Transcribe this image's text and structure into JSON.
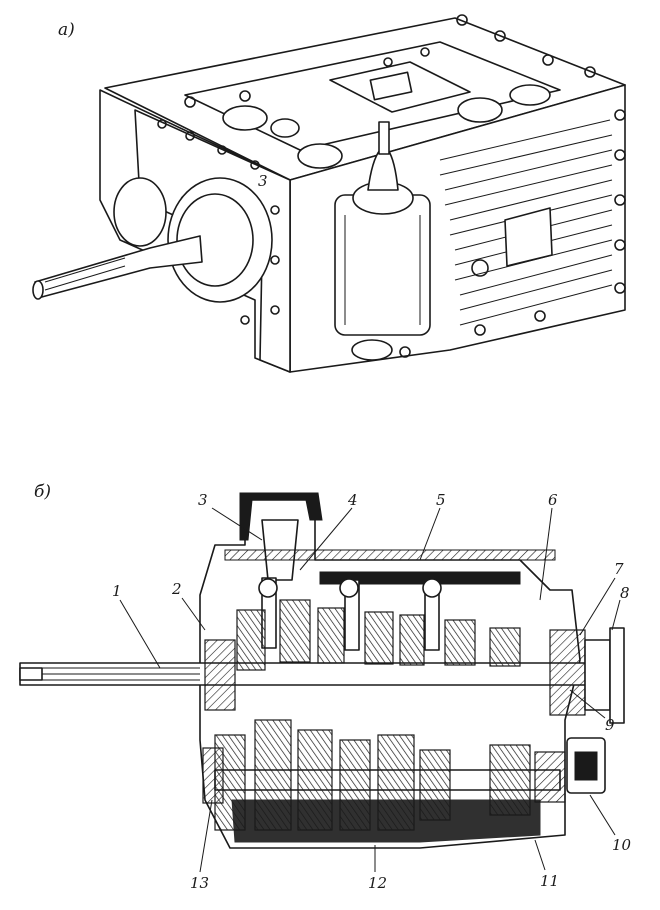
{
  "figure": {
    "subfigure_a_label": "а)",
    "subfigure_b_label": "б)",
    "part_a_mark": "3",
    "callouts": [
      "1",
      "2",
      "3",
      "4",
      "5",
      "6",
      "7",
      "8",
      "9",
      "10",
      "11",
      "12",
      "13"
    ]
  }
}
